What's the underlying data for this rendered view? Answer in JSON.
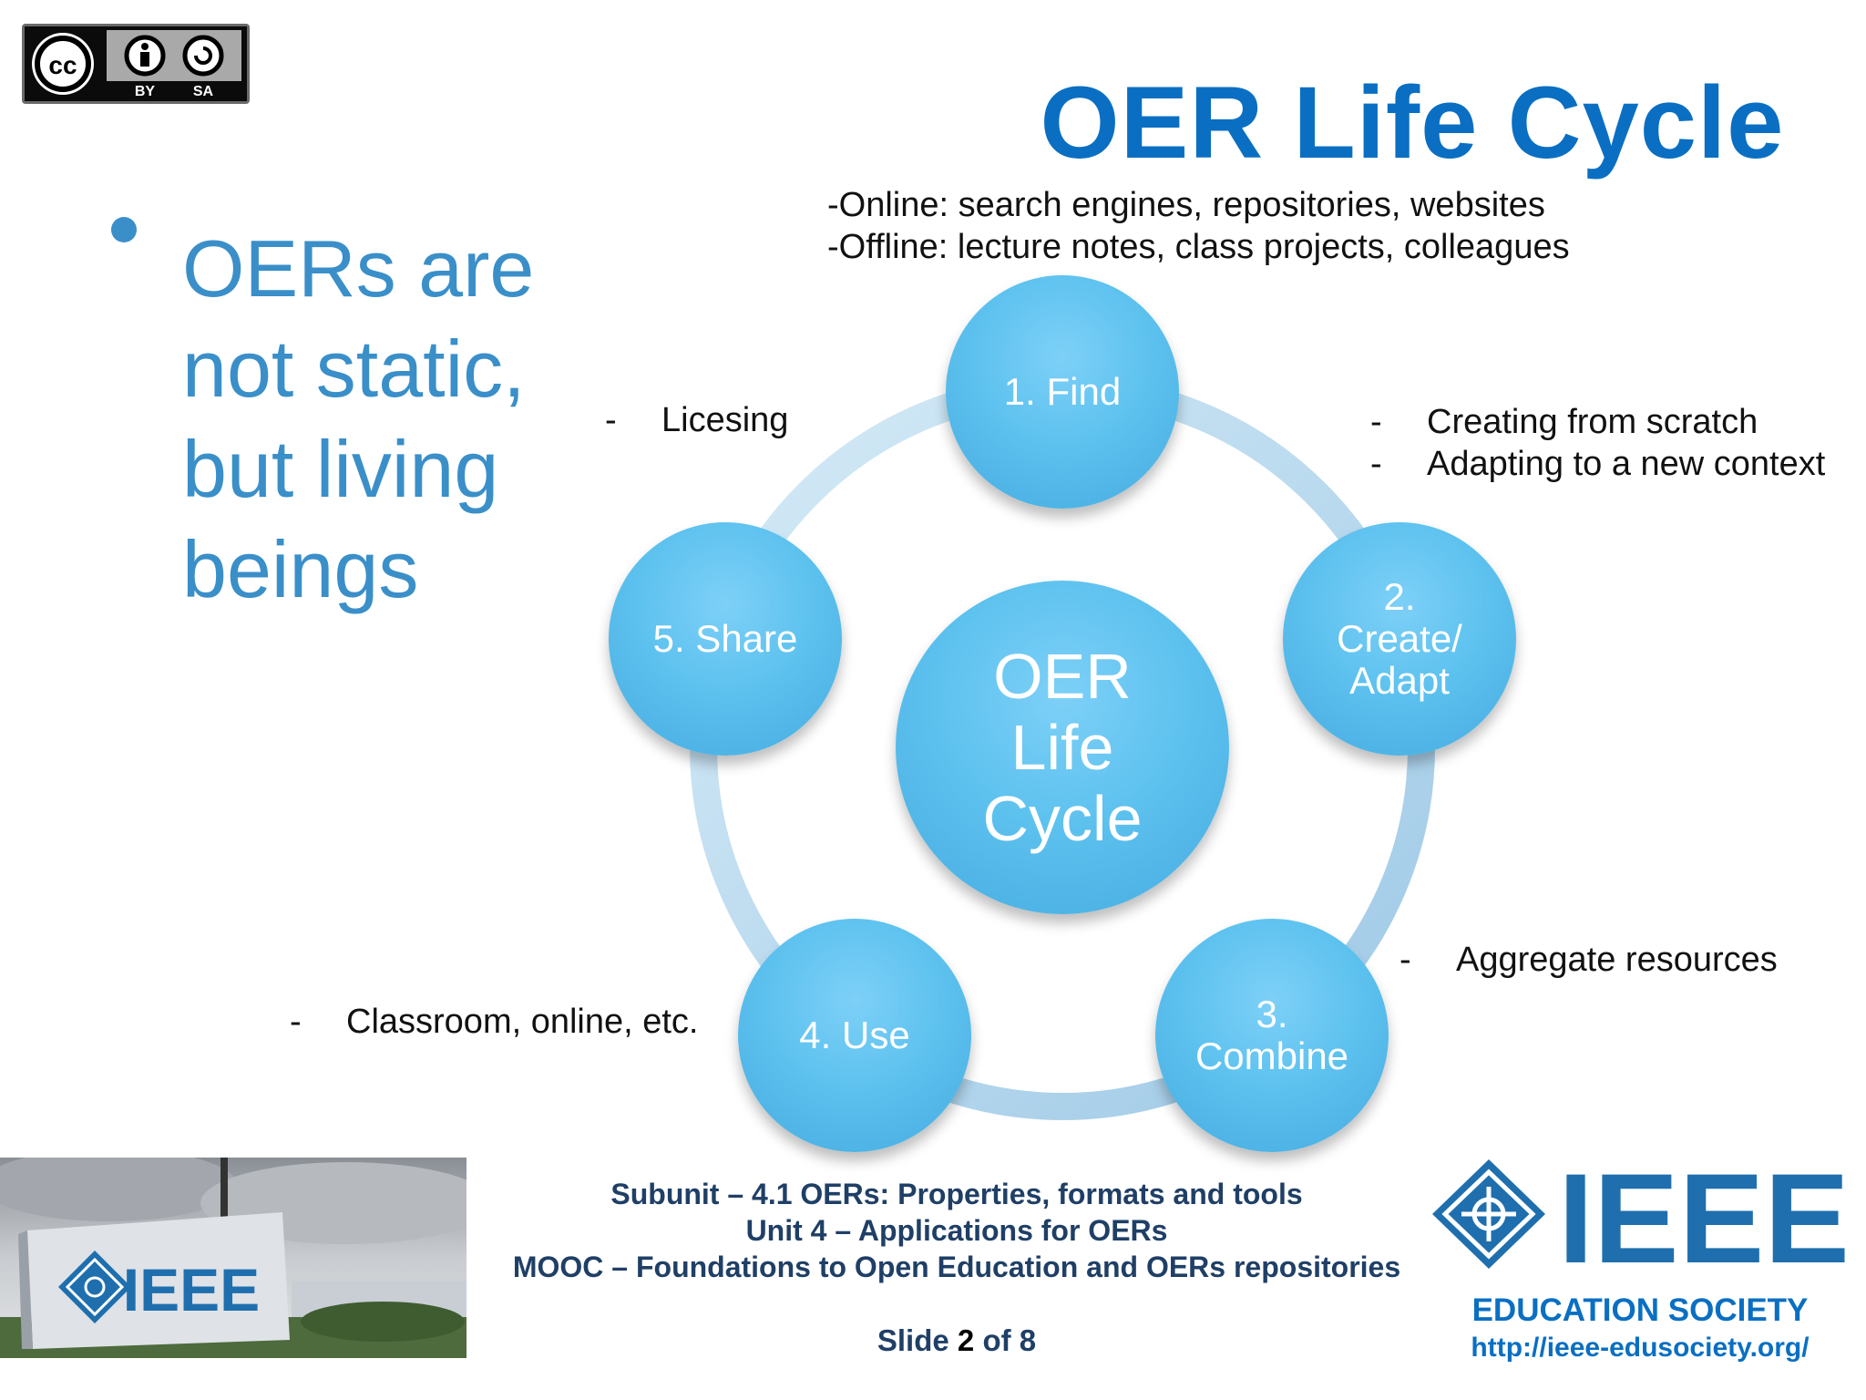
{
  "license_badge": {
    "left_label": "BY",
    "right_label": "SA"
  },
  "title": "OER Life Cycle",
  "bullet": {
    "lines": [
      "OERs are",
      "not static,",
      "but living",
      "beings"
    ]
  },
  "diagram": {
    "center": [
      "OER",
      "Life",
      "Cycle"
    ],
    "steps": [
      {
        "lines": [
          "1. Find"
        ]
      },
      {
        "lines": [
          "2.",
          "Create/",
          "Adapt"
        ]
      },
      {
        "lines": [
          "3.",
          "Combine"
        ]
      },
      {
        "lines": [
          "4. Use"
        ]
      },
      {
        "lines": [
          "5. Share"
        ]
      }
    ]
  },
  "notes": {
    "find": [
      "-Online: search engines, repositories, websites",
      "-Offline: lecture notes, class projects, colleagues"
    ],
    "create": {
      "dash": "-",
      "items": [
        "Creating from scratch",
        "Adapting to a new context"
      ]
    },
    "combine": {
      "dash": "-",
      "item": "Aggregate resources"
    },
    "use": {
      "dash": "-",
      "item": "Classroom, online, etc."
    },
    "share": {
      "dash": "-",
      "item": "Licesing"
    }
  },
  "footer": {
    "lines": [
      "Subunit – 4.1 OERs: Properties, formats and tools",
      "Unit 4 – Applications for OERs",
      "MOOC – Foundations to Open Education and OERs repositories"
    ],
    "slide_prefix": "Slide",
    "slide_current": "2",
    "slide_suffix": "of 8"
  },
  "logo": {
    "text": "IEEE",
    "society": "EDUCATION SOCIETY",
    "url": "http://ieee-edusociety.org/"
  },
  "photo_sign_text": "IEEE",
  "colors": {
    "title_blue": "#0a6fc2",
    "bullet_blue": "#3a8fc9",
    "node_blue": "#5ec2ef",
    "footer_navy": "#1f3f66"
  }
}
